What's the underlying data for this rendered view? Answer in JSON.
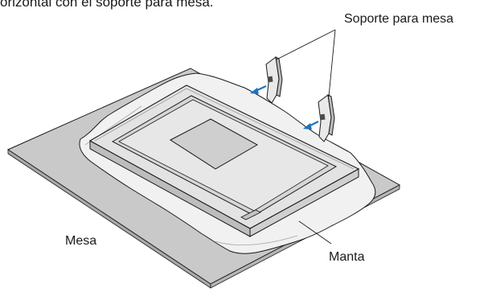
{
  "instruction_fragment": "orizontal con el soporte para mesa.",
  "labels": {
    "stand": "Soporte para mesa",
    "table": "Mesa",
    "blanket": "Manta"
  },
  "colors": {
    "table_fill": "#c9c9c9",
    "blanket_fill": "#f1f1f1",
    "monitor_back": "#e3e3e3",
    "monitor_frame": "#b8b8b8",
    "outline": "#1a1a1a",
    "arrow_blue": "#1e73be"
  }
}
